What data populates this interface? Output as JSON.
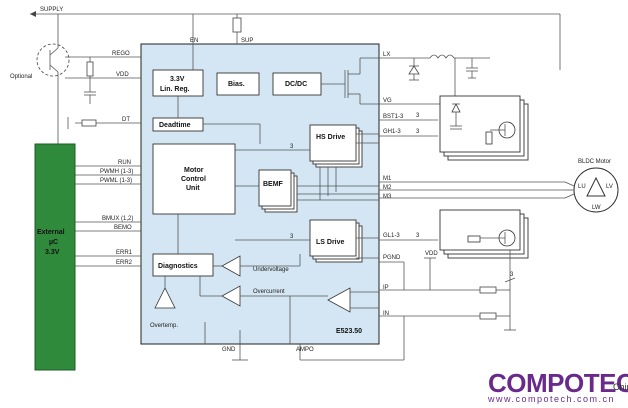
{
  "chip": {
    "name": "E523.50"
  },
  "supply": {
    "label": "SUPPLY"
  },
  "pins_top": {
    "en": "EN",
    "sup": "SUP",
    "lx": "LX"
  },
  "pins_left": {
    "rego": "REGO",
    "vdd": "VDD",
    "dt": "DT",
    "run": "RUN",
    "pwmh": "PWMH (1-3)",
    "pwml": "PWML (1-3)",
    "bmux": "BMUX (1,2)",
    "bemo": "BEMO",
    "err1": "ERR1",
    "err2": "ERR2"
  },
  "pins_right": {
    "vg": "VG",
    "bst": "BST1-3",
    "gh": "GH1-3",
    "m1": "M1",
    "m2": "M2",
    "m3": "M3",
    "gl": "GL1-3",
    "pgnd": "PGND",
    "ip": "IP",
    "in": "IN"
  },
  "pins_bottom": {
    "gnd": "GND",
    "ampo": "AMPO"
  },
  "blocks": {
    "linreg_line1": "3.3V",
    "linreg_line2": "Lin. Reg.",
    "bias": "Bias.",
    "dcdc": "DC/DC",
    "deadtime": "Deadtime",
    "mcu_line1": "Motor",
    "mcu_line2": "Control",
    "mcu_line3": "Unit",
    "hsdrive": "HS Drive",
    "bemf": "BEMF",
    "lsdrive": "LS Drive",
    "diagnostics": "Diagnostics"
  },
  "annotations": {
    "undervoltage": "Undervoltage",
    "overcurrent": "Overcurrent",
    "overtemp": "Overtemp.",
    "optional": "Optional",
    "vdd_ext": "VDD",
    "bus3_a": "3",
    "bus3_b": "3",
    "bus3_c": "3",
    "bus3_d": "3",
    "bus3_e": "3",
    "bus3_f": "3"
  },
  "external": {
    "line1": "External",
    "line2": "µC",
    "line3": "3.3V"
  },
  "motor": {
    "title": "BLDC Motor",
    "lu": "LU",
    "lv": "LV",
    "lw": "LW"
  },
  "logo": {
    "text": "COMPOTECH",
    "suffix": "China",
    "url": "www.compotech.com.cn"
  },
  "colors": {
    "chip_fill": "#d4e6f3",
    "external_fill": "#2f8a3c",
    "logo": "#6a2a8c"
  }
}
